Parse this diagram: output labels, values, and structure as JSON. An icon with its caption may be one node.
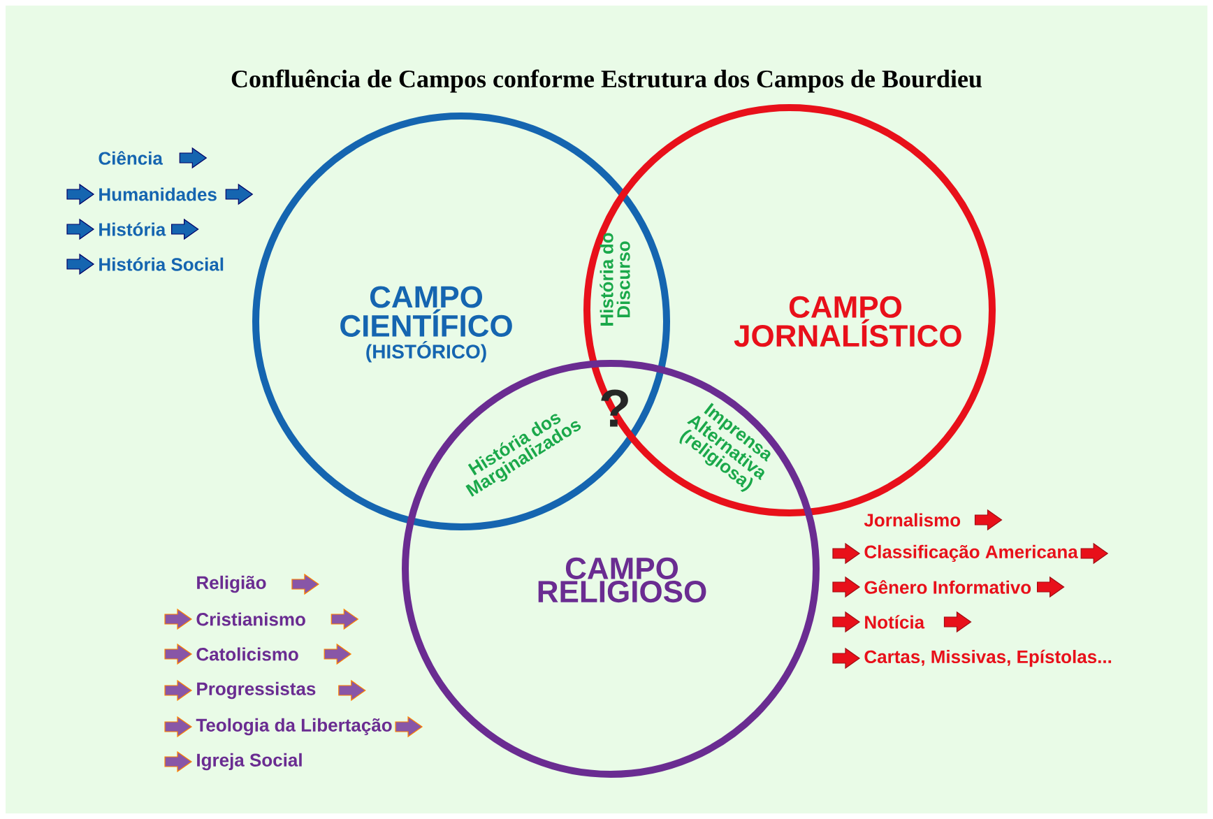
{
  "diagram": {
    "title": "Confluência de Campos conforme Estrutura dos Campos de Bourdieu",
    "nodes": [
      {
        "text": [
          "CAMPO CIENTÍFICO",
          "(HISTÓRICO)"
        ]
      },
      {
        "text": [
          "CAMPO JORNALÍSTICO"
        ]
      },
      {
        "text": [
          "CAMPO RELIGIOSO"
        ]
      }
    ],
    "labels": [
      "Ciência",
      "Humanidades",
      "História",
      "História Social",
      "História do Discurso",
      "?",
      "História dos Marginalizados",
      "Imprensa Alternativa (religiosa)",
      "Jornalismo",
      "Classificação Americana",
      "Gênero Informativo",
      "Notícia",
      "Cartas, Missivas, Epístolas...",
      "Religião",
      "Cristianismo",
      "Catolicismo",
      "Progressistas",
      "Teologia da Libertação",
      "Igreja Social"
    ]
  }
}
